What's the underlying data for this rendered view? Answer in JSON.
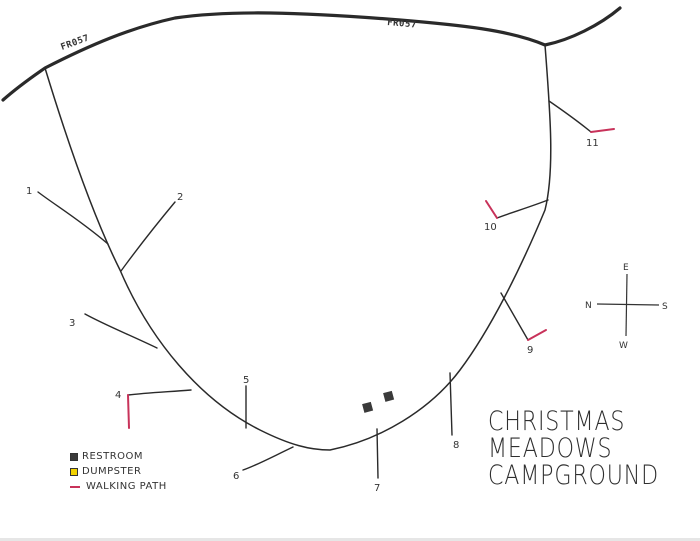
{
  "map": {
    "title_lines": [
      "CHRISTMAS",
      "MEADOWS",
      "CAMPGROUND"
    ],
    "roads": [
      {
        "label": "FR057",
        "position": "upper-left"
      },
      {
        "label": "FR057",
        "position": "upper-center"
      }
    ],
    "sites": [
      {
        "id": "1",
        "label": "1"
      },
      {
        "id": "2",
        "label": "2"
      },
      {
        "id": "3",
        "label": "3"
      },
      {
        "id": "4",
        "label": "4",
        "walking_path": true
      },
      {
        "id": "5",
        "label": "5"
      },
      {
        "id": "6",
        "label": "6"
      },
      {
        "id": "7",
        "label": "7"
      },
      {
        "id": "8",
        "label": "8"
      },
      {
        "id": "9",
        "label": "9",
        "walking_path": true
      },
      {
        "id": "10",
        "label": "10",
        "walking_path": true
      },
      {
        "id": "11",
        "label": "11",
        "walking_path": true
      }
    ],
    "restrooms": 2,
    "compass": {
      "top": "E",
      "left": "N",
      "right": "S",
      "bottom": "W"
    },
    "legend": [
      {
        "symbol": "restroom-square",
        "label": "RESTROOM",
        "color": "#3a3a3a"
      },
      {
        "symbol": "dumpster-square",
        "label": "DUMPSTER",
        "color": "#f2d200"
      },
      {
        "symbol": "walking-path-line",
        "label": "WALKING PATH",
        "color": "#c8325a"
      }
    ],
    "colors": {
      "road": "#2a2a2a",
      "walking_path": "#c8325a",
      "restroom": "#3a3a3a",
      "dumpster": "#f2d200"
    }
  }
}
